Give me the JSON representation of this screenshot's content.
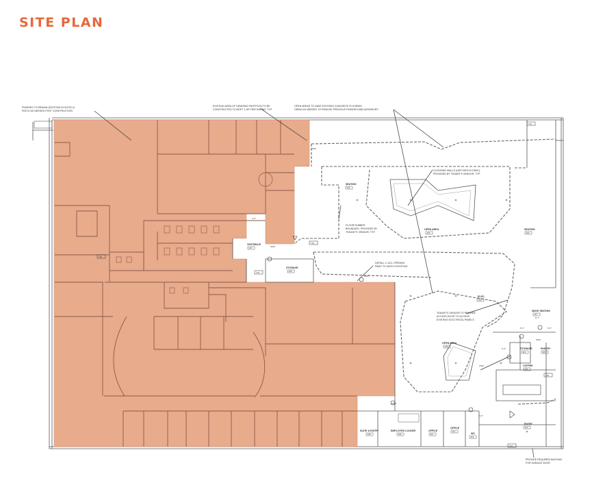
{
  "header": {
    "title": "SITE PLAN"
  },
  "colors": {
    "title": "#e8683a",
    "highlight": "#e8ab8c"
  },
  "annotations": {
    "remain": "FINISHES TO REMAIN (EXISTING IN SUITE) &",
    "remain2": "PATCH AS NEEDED POST CONSTRUCTION",
    "demising": "EXISTING AREA OF DEMISING PARTITION TO BE",
    "demising2": "CONSTRUCTED TO MEET 1-HR FIRE RATING, TYP.",
    "openarea_note": "OPEN AREAS TO HAVE EXPOSED CONCRETE FLOORING.",
    "openarea_note2": "GRIND AS NEEDED TO REMOVE PREVIOUS FINISHES AND ADHESIVES",
    "cloudwalls": "CLOUDING WALLS (HATCHED IN GRAY),",
    "cloudwalls2": "PROVIDED BY TENANT'S VENDOR, TYP.",
    "floor_rubber": "FLOOR RUBBER",
    "floor_rubber2": "BOUNDARY, PROVIDED BY",
    "floor_rubber3": "TENANT'S VENDOR, TYP.",
    "ceiling_open": "INSTALL C-ACL OPENING",
    "ceiling_open2": "PAINT TO MATCH EXISTING",
    "tenant_vendor": "TENANT'S VENDOR TO PROVIDE",
    "tenant_vendor2": "ACCESS DOOR TO ACCESS",
    "tenant_vendor3": "EXISTING ELECTRICAL PANELS",
    "backing": "PROVIDE REQUIRED BACKING",
    "backing2": "FOR GARAGE DOOR"
  },
  "rooms": {
    "seating1": "SEATING",
    "seating2": "WAVE SEATING",
    "seating3": "SEATING",
    "open_area1": "OPEN AREA",
    "open_area2": "OPEN AREA",
    "elec": "ELEC.",
    "storage": "STORAGE",
    "vestibule": "VESTIBULE",
    "suite_entry": "SUITE & ENTRY",
    "employee_locker": "EMPLOYEE LOCKER",
    "office1": "OFFICE",
    "office2": "OFFICE",
    "wc": "WC",
    "entry": "ENTRY",
    "storage2": "STORAGE",
    "pantry": "PANTRY",
    "coffee": "COFFEE"
  },
  "room_numbers": {
    "seating1": "101",
    "open_area1": "102",
    "seating3": "103",
    "elec": "104",
    "open_area2": "105",
    "storage": "106",
    "vestibule": "107",
    "suite_entry": "108",
    "employee_locker": "109",
    "office1": "110",
    "office2": "111",
    "wc": "112",
    "entry": "113",
    "storage2": "114",
    "pantry": "115",
    "coffee": "116",
    "seating2": "117"
  },
  "tags": {
    "t1": "T10",
    "t2": "T10",
    "t3": "A510",
    "t4": "A510",
    "t5": "A510",
    "t6": "T10",
    "t7": "A510",
    "t8": "A510",
    "t9": "T10",
    "d1": "3'-0\"",
    "d2": "8'-7\"",
    "d3": "6'-0\"",
    "d4": "6'-0\"",
    "d5": "6'-0\"",
    "d6": "4'-0\"",
    "t10": "T10",
    "t11": "T10",
    "t12": "A510"
  }
}
